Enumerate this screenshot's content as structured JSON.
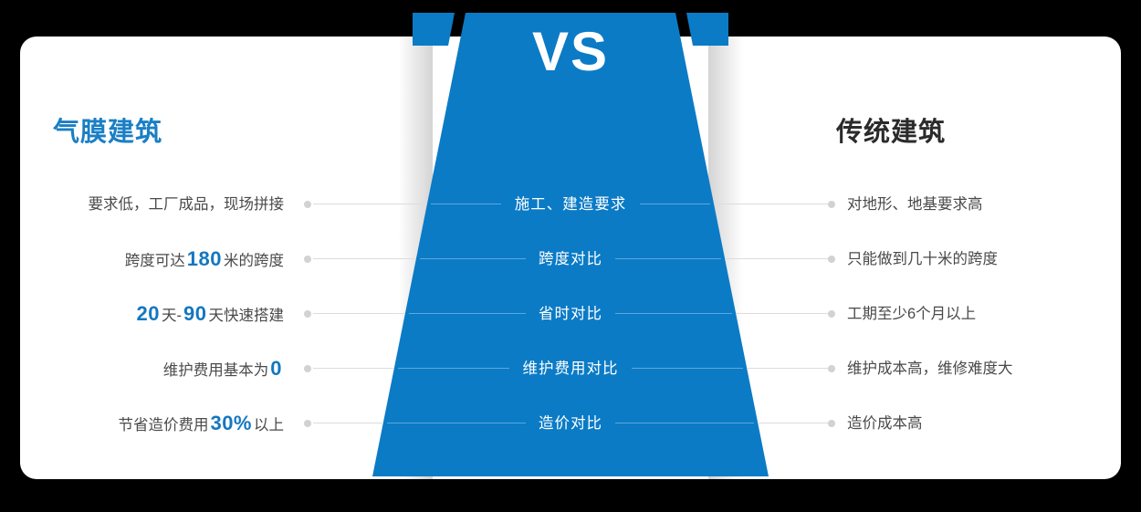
{
  "center": {
    "vs_label": "VS",
    "accent_blue": "#0b7bc6",
    "heading_blue": "#1a7fc4",
    "dot_color": "#d2d2d2"
  },
  "columns": {
    "left": {
      "heading": "气膜建筑"
    },
    "right": {
      "heading": "传统建筑"
    }
  },
  "rows": [
    {
      "category": "施工、建造要求",
      "left_parts": [
        {
          "text": "要求低，工厂成品，现场拼接",
          "emphasis": false
        }
      ],
      "right": "对地形、地基要求高"
    },
    {
      "category": "跨度对比",
      "left_parts": [
        {
          "text": "跨度可达",
          "emphasis": false
        },
        {
          "text": "180",
          "emphasis": true
        },
        {
          "text": "米的跨度",
          "emphasis": false
        }
      ],
      "right": "只能做到几十米的跨度"
    },
    {
      "category": "省时对比",
      "left_parts": [
        {
          "text": "20",
          "emphasis": true
        },
        {
          "text": "天-",
          "emphasis": false
        },
        {
          "text": "90",
          "emphasis": true
        },
        {
          "text": "天快速搭建",
          "emphasis": false
        }
      ],
      "right": "工期至少6个月以上"
    },
    {
      "category": "维护费用对比",
      "left_parts": [
        {
          "text": "维护费用基本为",
          "emphasis": false
        },
        {
          "text": "0",
          "emphasis": true
        }
      ],
      "right": "维护成本高，维修难度大"
    },
    {
      "category": "造价对比",
      "left_parts": [
        {
          "text": "节省造价费用",
          "emphasis": false
        },
        {
          "text": "30%",
          "emphasis": true
        },
        {
          "text": "以上",
          "emphasis": false
        }
      ],
      "right": "造价成本高"
    }
  ]
}
